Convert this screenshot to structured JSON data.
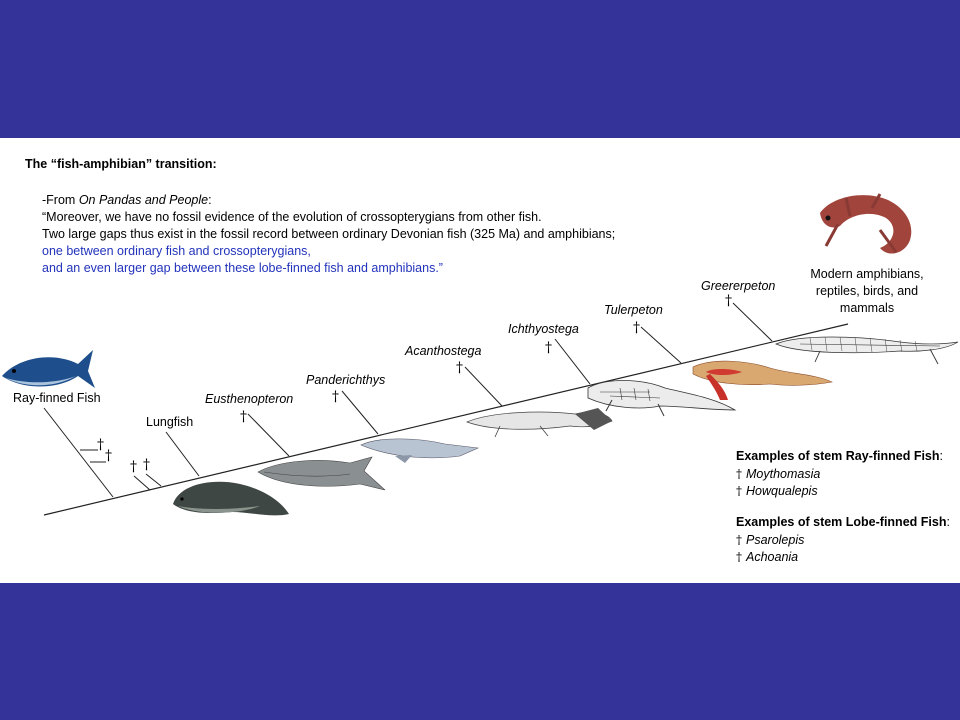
{
  "title": "The “fish-amphibian” transition:",
  "quote": {
    "source_prefix": "-From ",
    "source_title": "On Pandas and People",
    "source_suffix": ":",
    "line1": "“Moreover, we have no fossil evidence of the evolution of crossopterygians from other fish.",
    "line2": "Two large gaps thus exist in the fossil record between ordinary Devonian fish (325 Ma) and amphibians;",
    "line3": "one between ordinary fish and crossopterygians,",
    "line4": "and an even larger gap between these lobe-finned fish and amphibians.”"
  },
  "dagger": "†",
  "taxa": {
    "ray_finned": "Ray-finned Fish",
    "lungfish": "Lungfish",
    "eusthenopteron": "Eusthenopteron",
    "panderichthys": "Panderichthys",
    "acanthostega": "Acanthostega",
    "ichthyostega": "Ichthyostega",
    "tulerpeton": "Tulerpeton",
    "greererpeton": "Greererpeton",
    "modern_line1": "Modern amphibians,",
    "modern_line2": "reptiles, birds, and",
    "modern_line3": "mammals"
  },
  "stem_ray": {
    "heading": "Examples of stem Ray-finned Fish",
    "colon": ":",
    "items": [
      "Moythomasia",
      "Howqualepis"
    ]
  },
  "stem_lobe": {
    "heading": "Examples of stem Lobe-finned Fish",
    "colon": ":",
    "items": [
      "Psarolepis",
      "Achoania"
    ]
  },
  "colors": {
    "background": "#333399",
    "slide": "#ffffff",
    "quote_blue": "#2233bb"
  }
}
